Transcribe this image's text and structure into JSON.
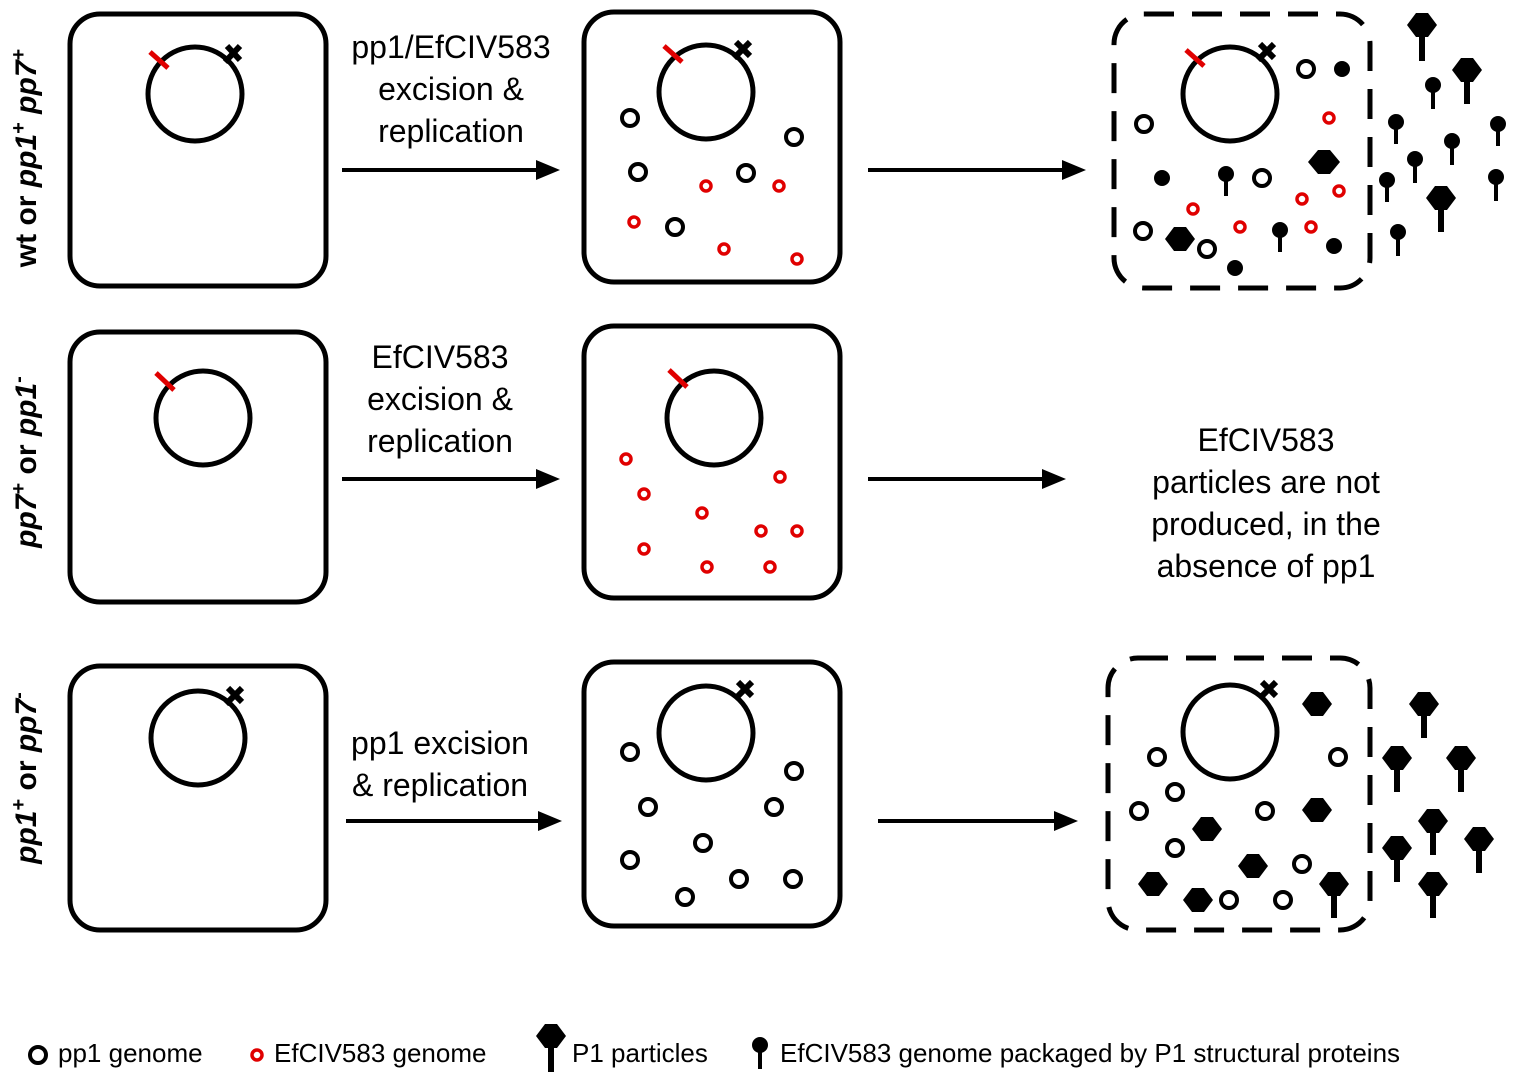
{
  "rows": [
    {
      "id": "wt",
      "label_parts": [
        {
          "text": "wt or ",
          "italic": false,
          "sup": false
        },
        {
          "text": "pp1",
          "italic": true,
          "sup": false
        },
        {
          "text": "+",
          "italic": false,
          "sup": true
        },
        {
          "text": " pp7",
          "italic": true,
          "sup": false
        },
        {
          "text": "+",
          "italic": false,
          "sup": true
        }
      ],
      "step_lines": [
        "pp1/EfCIV583",
        "excision &",
        "replication"
      ],
      "outcome_lines": [],
      "has_red_mark": true,
      "has_black_mark": true
    },
    {
      "id": "pp7",
      "label_parts": [
        {
          "text": "pp7",
          "italic": true,
          "sup": false
        },
        {
          "text": "+",
          "italic": false,
          "sup": true
        },
        {
          "text": " or ",
          "italic": false,
          "sup": false
        },
        {
          "text": "pp1",
          "italic": true,
          "sup": false
        },
        {
          "text": "-",
          "italic": false,
          "sup": true
        }
      ],
      "step_lines": [
        "EfCIV583",
        "excision &",
        "replication"
      ],
      "outcome_lines": [
        "EfCIV583",
        "particles are not",
        "produced, in the",
        "absence of pp1"
      ],
      "has_red_mark": true,
      "has_black_mark": false
    },
    {
      "id": "pp1",
      "label_parts": [
        {
          "text": "pp1",
          "italic": true,
          "sup": false
        },
        {
          "text": "+",
          "italic": false,
          "sup": true
        },
        {
          "text": " or ",
          "italic": false,
          "sup": false
        },
        {
          "text": "pp7",
          "italic": true,
          "sup": false
        },
        {
          "text": "-",
          "italic": false,
          "sup": true
        }
      ],
      "step_lines": [
        "pp1 excision",
        "& replication"
      ],
      "outcome_lines": [],
      "has_red_mark": false,
      "has_black_mark": true
    }
  ],
  "legend": [
    {
      "icon": "pp1-genome-icon",
      "label": "pp1 genome"
    },
    {
      "icon": "efciv583-genome-icon",
      "label": "EfCIV583 genome"
    },
    {
      "icon": "p1-particle-icon",
      "label": "P1 particles"
    },
    {
      "icon": "packaged-efciv583-icon",
      "label": "EfCIV583 genome packaged by P1 structural proteins"
    }
  ],
  "colors": {
    "outline": "#000000",
    "efciv583": "#e00000",
    "background": "#ffffff"
  }
}
